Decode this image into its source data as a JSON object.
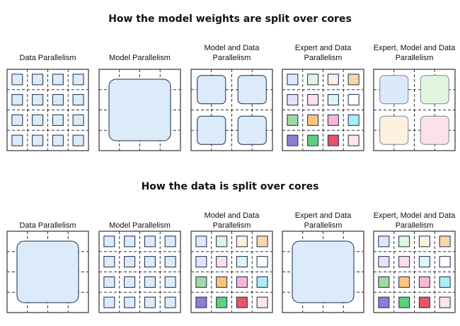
{
  "top": {
    "title": "How the model weights are split over cores",
    "panels": [
      {
        "label": [
          "Data Parallelism"
        ],
        "kind": "grid",
        "colors": "plain"
      },
      {
        "label": [
          "Model Parallelism"
        ],
        "kind": "big"
      },
      {
        "label": [
          "Model and Data",
          "Parallelism"
        ],
        "kind": "quad",
        "colors": "plain"
      },
      {
        "label": [
          "Expert and Data",
          "Parallelism"
        ],
        "kind": "grid",
        "colors": "expert"
      },
      {
        "label": [
          "Expert, Model and Data",
          "Parallelism"
        ],
        "kind": "quad",
        "colors": "quadExpert"
      }
    ]
  },
  "bottom": {
    "title": "How the data is split over cores",
    "panels": [
      {
        "label": [
          "Data Parallelism"
        ],
        "kind": "big"
      },
      {
        "label": [
          "Model Parallelism"
        ],
        "kind": "grid",
        "colors": "plain"
      },
      {
        "label": [
          "Model and Data",
          "Parallelism"
        ],
        "kind": "grid",
        "colors": "expert"
      },
      {
        "label": [
          "Expert and Data",
          "Parallelism"
        ],
        "kind": "big"
      },
      {
        "label": [
          "Expert, Model and Data",
          "Parallelism"
        ],
        "kind": "grid",
        "colors": "expert"
      }
    ]
  },
  "palette": {
    "blue_fill": "#dcebfa",
    "box_stroke": "#1a2a4a",
    "expert_fills": [
      "#dce9fb",
      "#dff5dd",
      "#fdf0df",
      "#fbd7a8",
      "#e7e2fb",
      "#fde0ea",
      "#dcf4f6",
      "#ffffff",
      "#9fd9a2",
      "#fbc47c",
      "#f8b6d2",
      "#a9eef3",
      "#8a7fd6",
      "#5fd07a",
      "#e8536a",
      "#fde6ea"
    ],
    "quad_expert_fills": [
      "#dce9fb",
      "#dff5dd",
      "#fdf0df",
      "#fde0ea"
    ]
  }
}
